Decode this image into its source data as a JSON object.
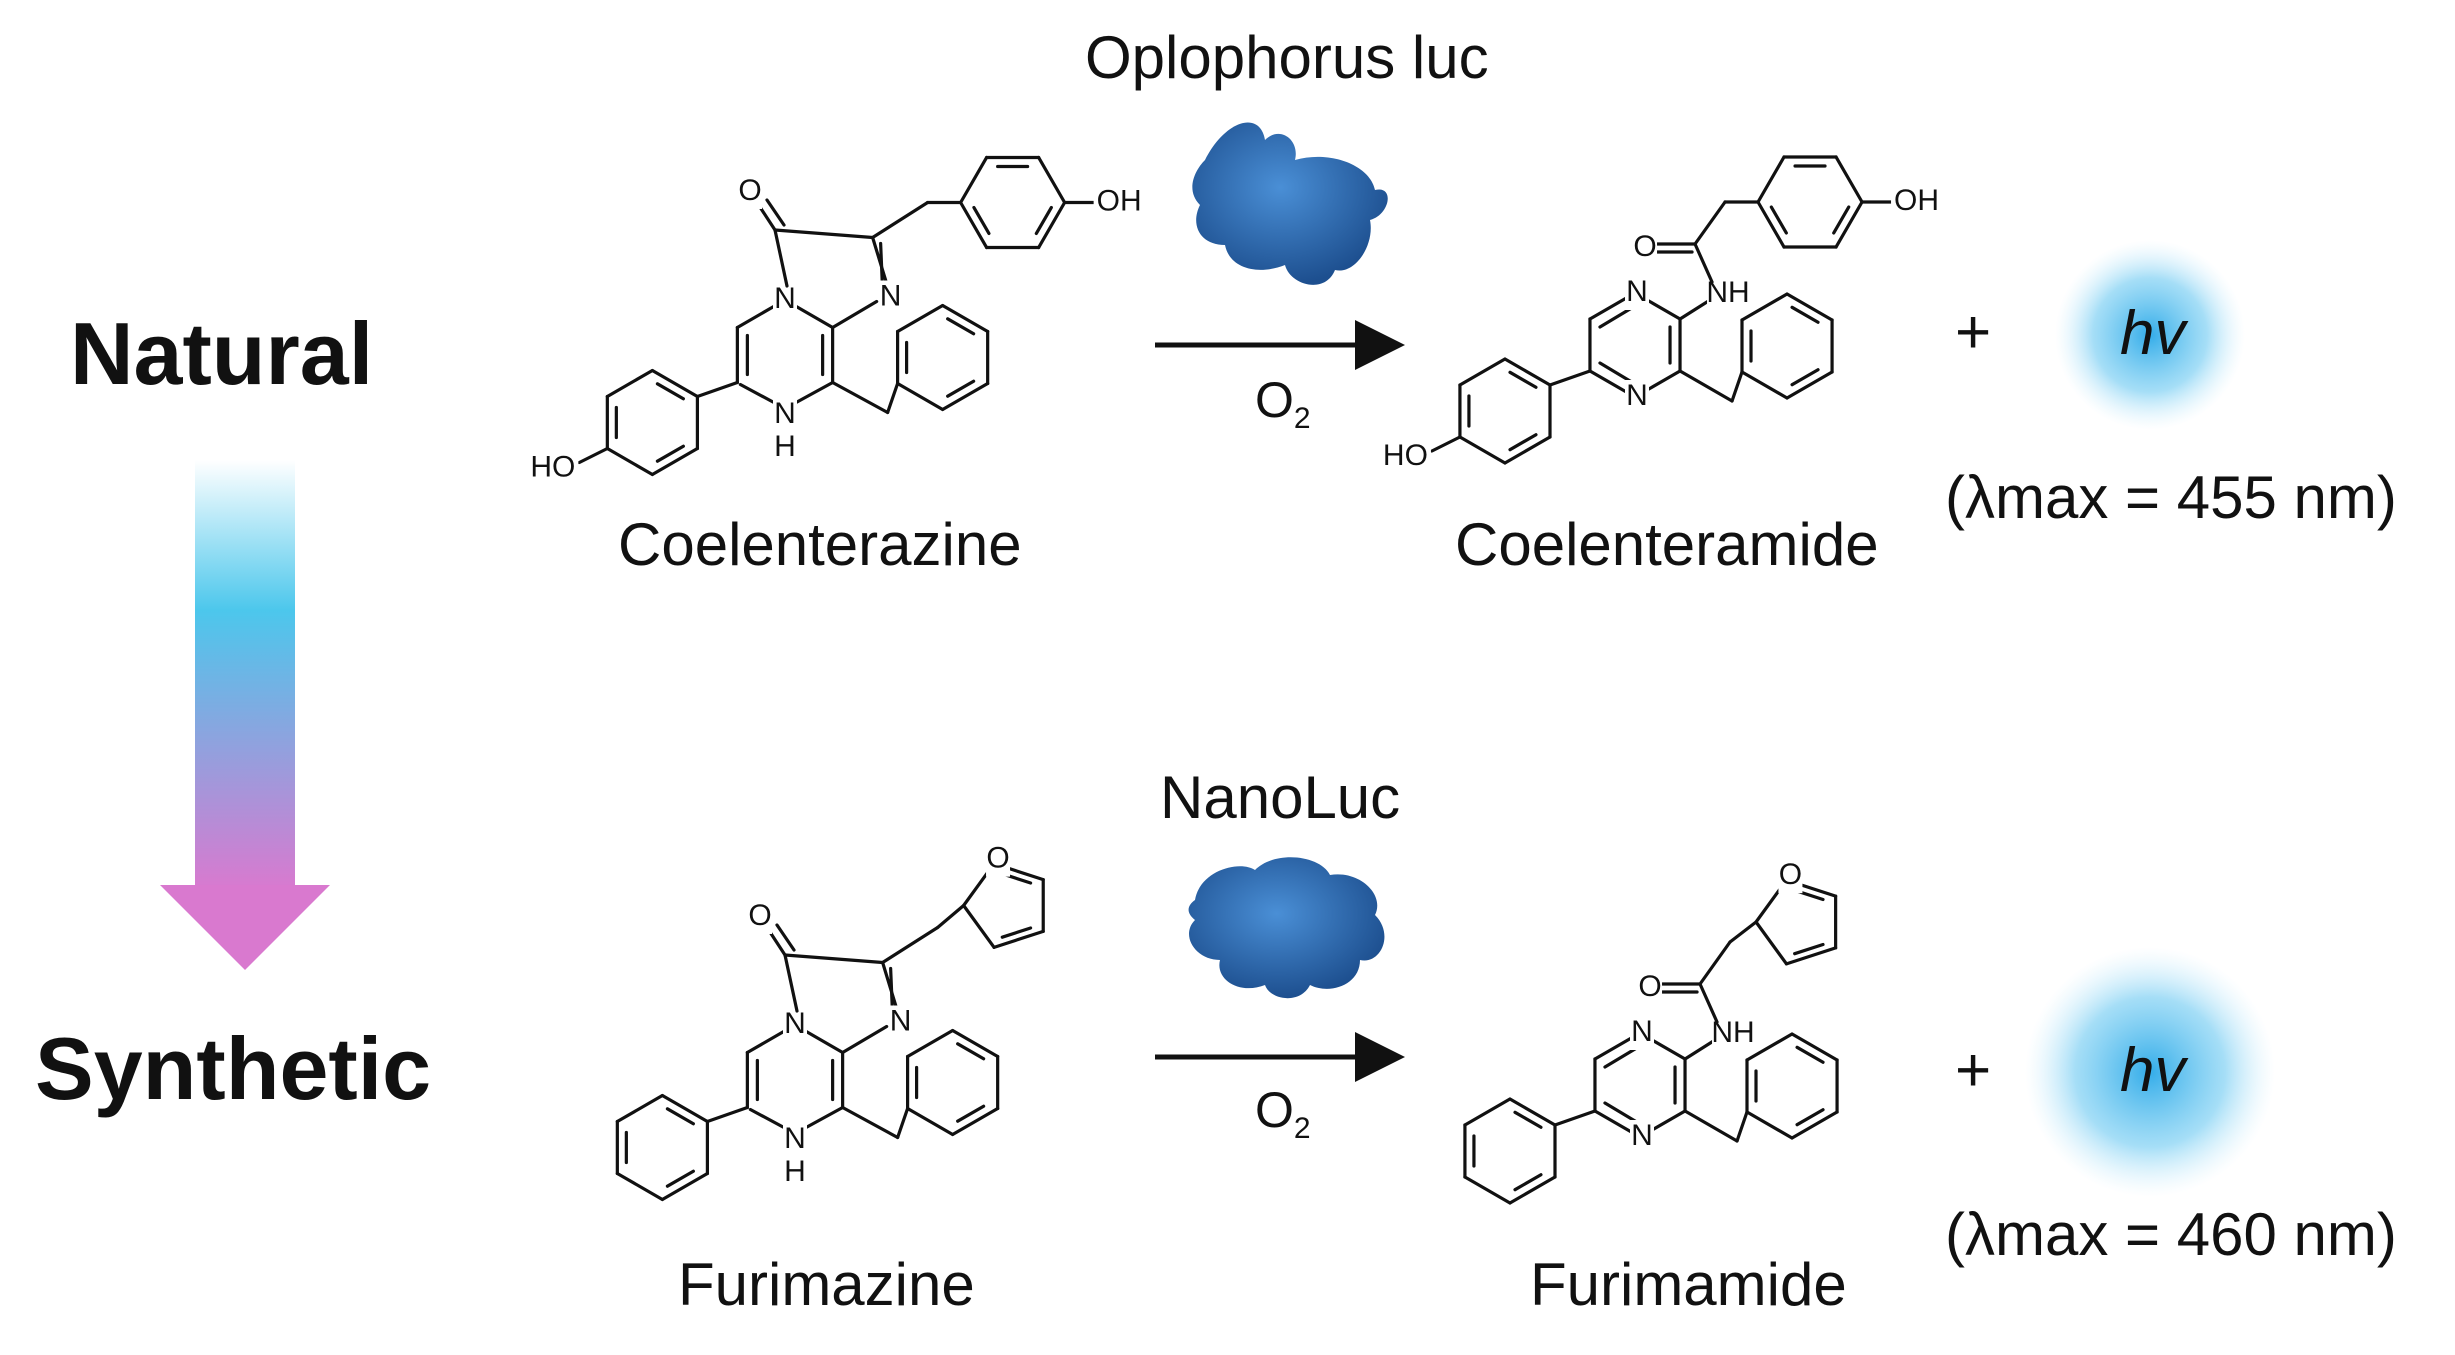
{
  "rows": {
    "natural": {
      "label": "Natural",
      "enzyme": "Oplophorus  luc",
      "condition_o2": "O",
      "condition_sub": "2",
      "substrate_name": "Coelenterazine",
      "product_name": "Coelenteramide",
      "plus": "+",
      "hv": "hv",
      "lambda": "(λmax = 455 nm)"
    },
    "synthetic": {
      "label": "Synthetic",
      "enzyme": "NanoLuc",
      "condition_o2": "O",
      "condition_sub": "2",
      "substrate_name": "Furimazine",
      "product_name": "Furimamide",
      "plus": "+",
      "hv": "hv",
      "lambda": "(λmax = 460 nm)"
    }
  },
  "atoms": {
    "O": "O",
    "N": "N",
    "H": "H",
    "NH": "NH",
    "OH": "OH",
    "HO": "HO"
  },
  "colors": {
    "arrow_top": "#ffffff",
    "arrow_mid": "#4cc7ec",
    "arrow_bottom": "#d979cf",
    "glow": "#29a8e8",
    "protein": "#2f6fb8",
    "protein_dark": "#1d4f8f"
  }
}
